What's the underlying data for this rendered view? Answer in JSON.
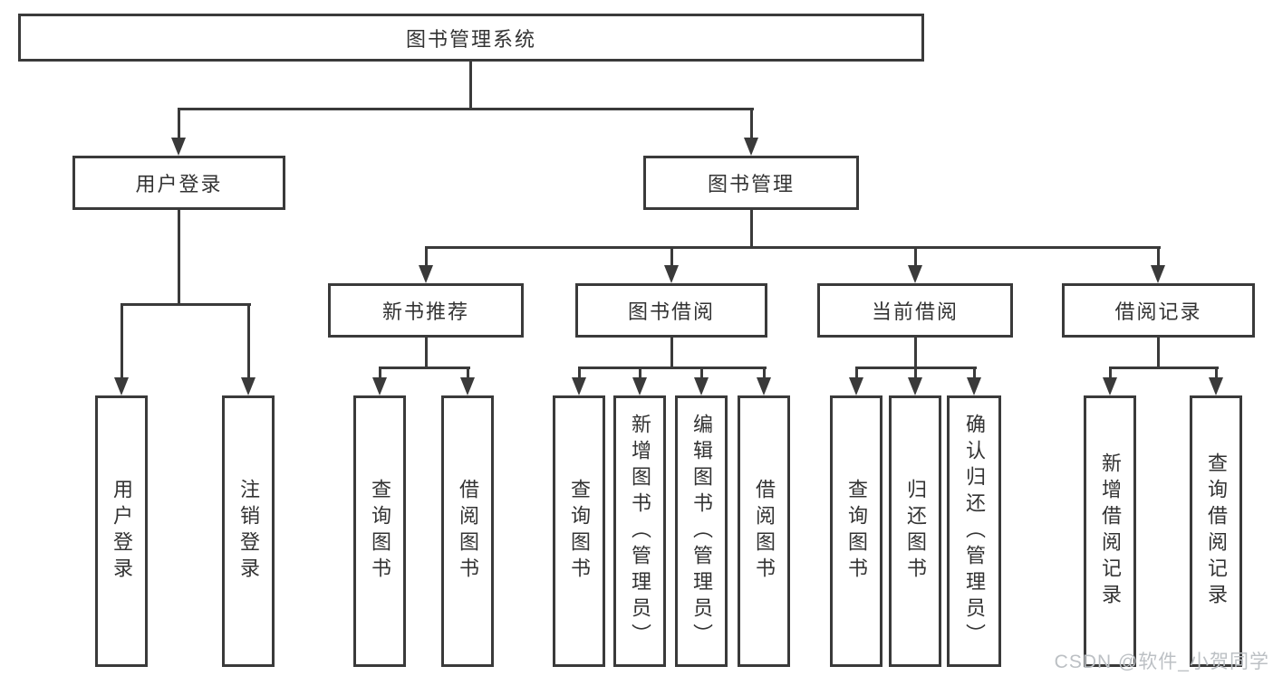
{
  "tree": {
    "root": {
      "label": "图书管理系统"
    },
    "user_branch": {
      "label": "用户登录",
      "children": [
        {
          "label": "用户登录"
        },
        {
          "label": "注销登录"
        }
      ]
    },
    "book_branch": {
      "label": "图书管理",
      "sections": [
        {
          "label": "新书推荐",
          "children": [
            {
              "label": "查询图书"
            },
            {
              "label": "借阅图书"
            }
          ]
        },
        {
          "label": "图书借阅",
          "children": [
            {
              "label": "查询图书"
            },
            {
              "label": "新增图书（管理员）"
            },
            {
              "label": "编辑图书（管理员）"
            },
            {
              "label": "借阅图书"
            }
          ]
        },
        {
          "label": "当前借阅",
          "children": [
            {
              "label": "查询图书"
            },
            {
              "label": "归还图书"
            },
            {
              "label": "确认归还（管理员）"
            }
          ]
        },
        {
          "label": "借阅记录",
          "children": [
            {
              "label": "新增借阅记录"
            },
            {
              "label": "查询借阅记录"
            }
          ]
        }
      ]
    }
  },
  "watermark": "CSDN @软件_小贺同学",
  "colors": {
    "line": "#3a3a3a",
    "text": "#333333",
    "watermark": "#bcc0c4",
    "bg": "#ffffff"
  }
}
